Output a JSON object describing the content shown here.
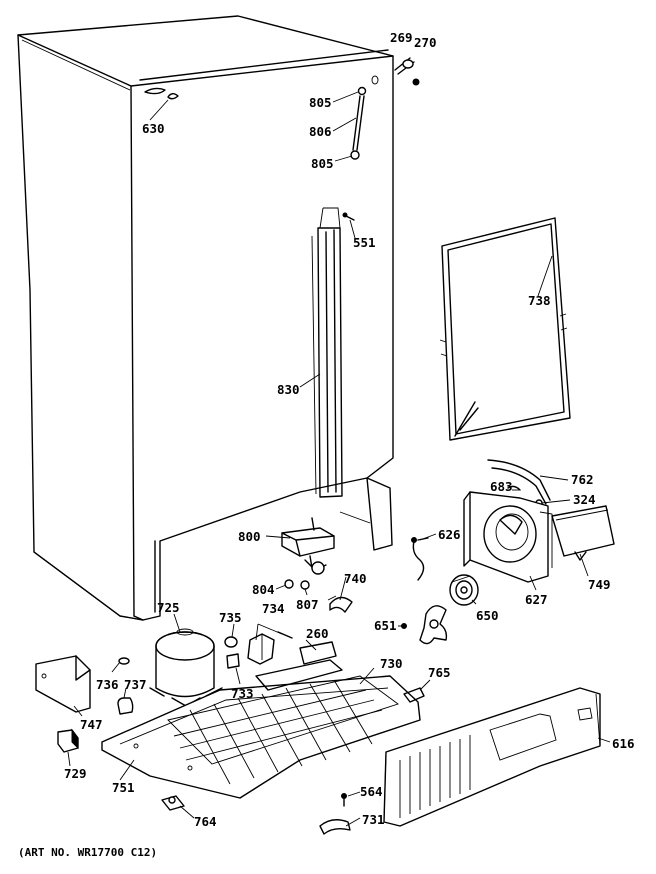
{
  "caption": "(ART NO. WR17700 C12)",
  "labels": {
    "l269": "269",
    "l270": "270",
    "l630": "630",
    "l805a": "805",
    "l806": "806",
    "l805b": "805",
    "l551": "551",
    "l738": "738",
    "l830": "830",
    "l762": "762",
    "l683": "683",
    "l324": "324",
    "l626": "626",
    "l800": "800",
    "l749": "749",
    "l804": "804",
    "l740": "740",
    "l807": "807",
    "l627": "627",
    "l650": "650",
    "l725": "725",
    "l735": "735",
    "l734": "734",
    "l651": "651",
    "l260": "260",
    "l730": "730",
    "l765": "765",
    "l736": "736",
    "l737": "737",
    "l733": "733",
    "l747": "747",
    "l616": "616",
    "l729": "729",
    "l751": "751",
    "l564": "564",
    "l764": "764",
    "l731": "731"
  }
}
